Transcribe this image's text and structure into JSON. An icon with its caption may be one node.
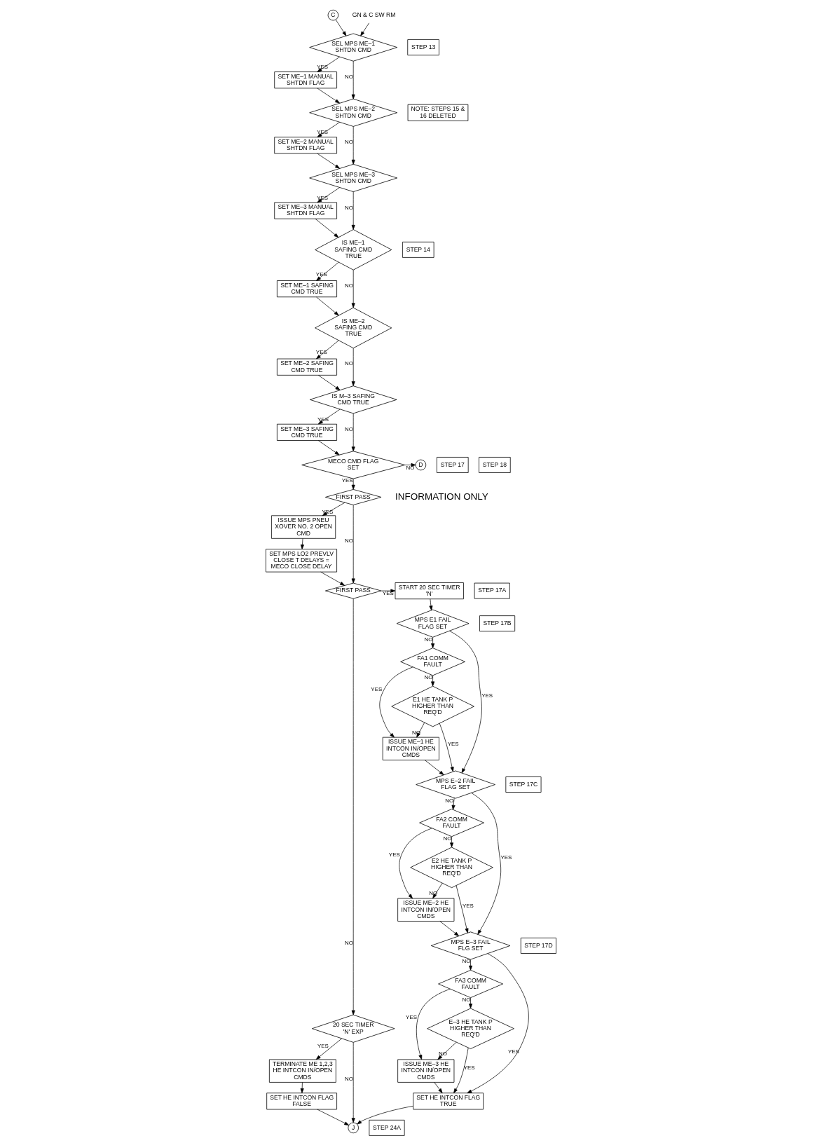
{
  "diagram": {
    "nodes": [
      {
        "text": [
          "C"
        ]
      },
      {
        "text": [
          "GN & C SW RM"
        ]
      },
      {
        "text": [
          "STEP 13"
        ]
      },
      {
        "text": [
          "SEL MPS ME–1 SHTDN CMD"
        ]
      },
      {
        "text": [
          "SET ME–1 MANUAL SHTDN FLAG"
        ]
      },
      {
        "text": [
          "NOTE: STEPS 15 & 16 DELETED"
        ]
      },
      {
        "text": [
          "SEL MPS ME–2 SHTDN CMD"
        ]
      },
      {
        "text": [
          "SET ME–2 MANUAL SHTDN FLAG"
        ]
      },
      {
        "text": [
          "SEL MPS ME–3 SHTDN CMD"
        ]
      },
      {
        "text": [
          "SET ME–3 MANUAL SHTDN FLAG"
        ]
      },
      {
        "text": [
          "STEP 14"
        ]
      },
      {
        "text": [
          "IS ME–1 SAFING CMD TRUE"
        ]
      },
      {
        "text": [
          "SET ME–1 SAFING CMD TRUE"
        ]
      },
      {
        "text": [
          "IS ME–2 SAFING CMD TRUE"
        ]
      },
      {
        "text": [
          "SET ME–2 SAFING CMD TRUE"
        ]
      },
      {
        "text": [
          "IS M–3 SAFING CMD TRUE"
        ]
      },
      {
        "text": [
          "SET ME–3 SAFING CMD TRUE"
        ]
      },
      {
        "text": [
          "STEP 17"
        ]
      },
      {
        "text": [
          "MECO CMD FLAG SET"
        ]
      },
      {
        "text": [
          "D"
        ]
      },
      {
        "text": [
          "STEP 18"
        ]
      },
      {
        "text": [
          "FIRST PASS"
        ]
      },
      {
        "text": [
          "ISSUE MPS PNEU XOVER NO. 2 OPEN CMD"
        ]
      },
      {
        "text": [
          "SET MPS LO2 PREVLV CLOSE T DELAYS = MECO CLOSE DELAY"
        ]
      },
      {
        "text": [
          "STEP 17A"
        ]
      },
      {
        "text": [
          "FIRST PASS"
        ]
      },
      {
        "text": [
          "START 20 SEC TIMER 'N'"
        ]
      },
      {
        "text": [
          "STEP 17B"
        ]
      },
      {
        "text": [
          "MPS E1 FAIL FLAG SET"
        ]
      },
      {
        "text": [
          "FA1 COMM FAULT"
        ]
      },
      {
        "text": [
          "ISSUE ME–1 HE INTCON IN/OPEN CMDS"
        ]
      },
      {
        "text": [
          "E1 HE TANK P HIGHER THAN REQ'D"
        ]
      },
      {
        "text": [
          "20 SEC TIMER 'N' EXP"
        ]
      },
      {
        "text": [
          "TERMINATE ME 1,2,3 HE INTCON IN/OPEN CMDS"
        ]
      },
      {
        "text": [
          "STEP 17C"
        ]
      },
      {
        "text": [
          "MPS E–2 FAIL FLAG SET"
        ]
      },
      {
        "text": [
          "FA2 COMM FAULT"
        ]
      },
      {
        "text": [
          "ISSUE ME–2 HE INTCON IN/OPEN CMDS"
        ]
      },
      {
        "text": [
          "E2 HE TANK P HIGHER THAN REQ'D"
        ]
      },
      {
        "text": [
          "SET HE INTCON FLAG FALSE"
        ]
      },
      {
        "text": [
          "STEP 17D"
        ]
      },
      {
        "text": [
          "MPS E–3 FAIL FLG SET"
        ]
      },
      {
        "text": [
          "FA3 COMM FAULT"
        ]
      },
      {
        "text": [
          "ISSUE ME–3 HE INTCON IN/OPEN CMDS"
        ]
      },
      {
        "text": [
          "E–3 HE TANK P HIGHER THAN REQ'D"
        ]
      },
      {
        "text": [
          "SET HE INTCON FLAG TRUE"
        ]
      },
      {
        "text": [
          "J"
        ]
      },
      {
        "text": [
          "STEP 24A"
        ]
      }
    ],
    "edges": [
      {
        "from": 0,
        "to": 3,
        "arrow": "to"
      },
      {
        "from": 1,
        "to": 3,
        "arrow": "to"
      },
      {
        "from": 3,
        "to": 4,
        "arrow": "to",
        "label": "YES"
      },
      {
        "from": 3,
        "to": 6,
        "arrow": "to",
        "label": "NO"
      },
      {
        "from": 4,
        "to": 6,
        "arrow": "to"
      },
      {
        "from": 6,
        "to": 7,
        "arrow": "to",
        "label": "YES"
      },
      {
        "from": 6,
        "to": 8,
        "arrow": "to",
        "label": "NO"
      },
      {
        "from": 7,
        "to": 8,
        "arrow": "to"
      },
      {
        "from": 8,
        "to": 9,
        "arrow": "to",
        "label": "YES"
      },
      {
        "from": 8,
        "to": 11,
        "arrow": "to",
        "label": "NO"
      },
      {
        "from": 9,
        "to": 11,
        "arrow": "to"
      },
      {
        "from": 11,
        "to": 12,
        "arrow": "to",
        "label": "YES"
      },
      {
        "from": 11,
        "to": 13,
        "arrow": "to",
        "label": "NO"
      },
      {
        "from": 12,
        "to": 13,
        "arrow": "to"
      },
      {
        "from": 13,
        "to": 14,
        "arrow": "to",
        "label": "YES"
      },
      {
        "from": 13,
        "to": 15,
        "arrow": "to",
        "label": "NO"
      },
      {
        "from": 14,
        "to": 15,
        "arrow": "to"
      },
      {
        "from": 15,
        "to": 16,
        "arrow": "to",
        "label": "YES"
      },
      {
        "from": 15,
        "to": 18,
        "arrow": "to",
        "label": "NO"
      },
      {
        "from": 16,
        "to": 18,
        "arrow": "to"
      },
      {
        "from": 18,
        "to": 19,
        "arrow": "to",
        "label": "NO"
      },
      {
        "from": 18,
        "to": 21,
        "arrow": "to",
        "label": "YES"
      },
      {
        "from": 21,
        "to": 22,
        "arrow": "to",
        "label": "YES"
      },
      {
        "from": 22,
        "to": 23,
        "arrow": "to"
      },
      {
        "from": 21,
        "to": 25,
        "arrow": "to",
        "label": "NO"
      },
      {
        "from": 23,
        "to": 25,
        "arrow": "to"
      },
      {
        "from": 25,
        "to": 26,
        "arrow": "to",
        "label": "YES"
      },
      {
        "from": 26,
        "to": 28,
        "arrow": "to"
      },
      {
        "from": 25,
        "to": 32,
        "arrow": "to",
        "label": "NO"
      },
      {
        "from": 28,
        "to": 29,
        "arrow": "to",
        "label": "NO"
      },
      {
        "from": 28,
        "to": 35,
        "arrow": "to",
        "label": "YES"
      },
      {
        "from": 29,
        "to": 30,
        "arrow": "to",
        "label": "YES"
      },
      {
        "from": 29,
        "to": 31,
        "arrow": "to",
        "label": "NO"
      },
      {
        "from": 31,
        "to": 30,
        "arrow": "to",
        "label": "NO"
      },
      {
        "from": 31,
        "to": 35,
        "arrow": "to",
        "label": "YES"
      },
      {
        "from": 30,
        "to": 35,
        "arrow": "to"
      },
      {
        "from": 32,
        "to": 33,
        "arrow": "to",
        "label": "YES"
      },
      {
        "from": 32,
        "to": 46,
        "arrow": "to",
        "label": "NO"
      },
      {
        "from": 33,
        "to": 39,
        "arrow": "to"
      },
      {
        "from": 39,
        "to": 46,
        "arrow": "to"
      },
      {
        "from": 35,
        "to": 36,
        "arrow": "to",
        "label": "NO"
      },
      {
        "from": 35,
        "to": 41,
        "arrow": "to",
        "label": "YES"
      },
      {
        "from": 36,
        "to": 37,
        "arrow": "to",
        "label": "YES"
      },
      {
        "from": 36,
        "to": 38,
        "arrow": "to",
        "label": "NO"
      },
      {
        "from": 38,
        "to": 37,
        "arrow": "to",
        "label": "NO"
      },
      {
        "from": 38,
        "to": 41,
        "arrow": "to",
        "label": "YES"
      },
      {
        "from": 37,
        "to": 41,
        "arrow": "to"
      },
      {
        "from": 41,
        "to": 42,
        "arrow": "to",
        "label": "NO"
      },
      {
        "from": 41,
        "to": 45,
        "arrow": "to",
        "label": "YES"
      },
      {
        "from": 42,
        "to": 43,
        "arrow": "to",
        "label": "YES"
      },
      {
        "from": 42,
        "to": 44,
        "arrow": "to",
        "label": "NO"
      },
      {
        "from": 44,
        "to": 43,
        "arrow": "to",
        "label": "NO"
      },
      {
        "from": 44,
        "to": 45,
        "arrow": "to",
        "label": "YES"
      },
      {
        "from": 43,
        "to": 45,
        "arrow": "to"
      },
      {
        "from": 45,
        "to": 46,
        "arrow": "to"
      }
    ],
    "labels": [
      "INFORMATION ONLY"
    ]
  }
}
